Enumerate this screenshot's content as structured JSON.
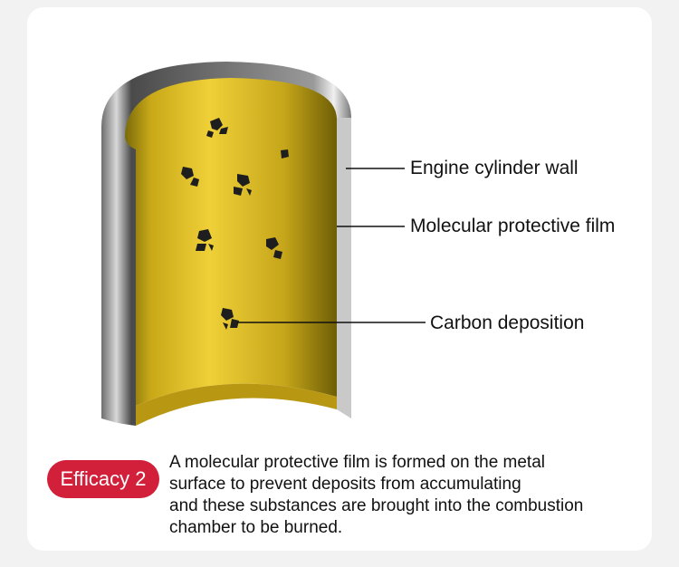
{
  "labels": {
    "wall": "Engine cylinder wall",
    "film": "Molecular protective film",
    "carbon": "Carbon deposition"
  },
  "badge": "Efficacy 2",
  "description_lines": [
    "A molecular protective film is formed on the metal",
    "surface to prevent deposits from accumulating",
    "and these substances are brought into the combustion",
    "chamber to be burned."
  ],
  "colors": {
    "badge": "#d21f3a",
    "film": "#d4b21c",
    "wall": "#8a8a8a"
  }
}
